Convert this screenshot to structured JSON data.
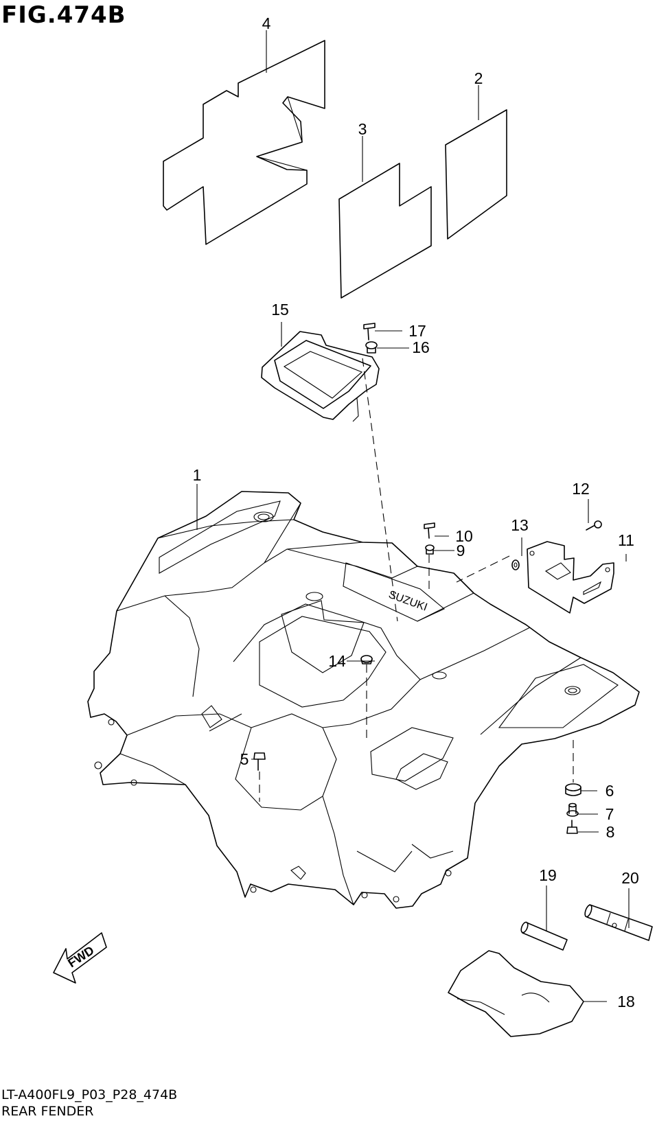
{
  "figure": {
    "title": "FIG.474B",
    "code": "LT-A400FL9_P03_P28_474B",
    "name": "REAR FENDER"
  },
  "fwd_label": "FWD",
  "fender_logo_text": "SUZUKI",
  "callouts": [
    "1",
    "2",
    "3",
    "4",
    "5",
    "6",
    "7",
    "8",
    "9",
    "10",
    "11",
    "12",
    "13",
    "14",
    "15",
    "16",
    "17",
    "18",
    "19",
    "20"
  ]
}
